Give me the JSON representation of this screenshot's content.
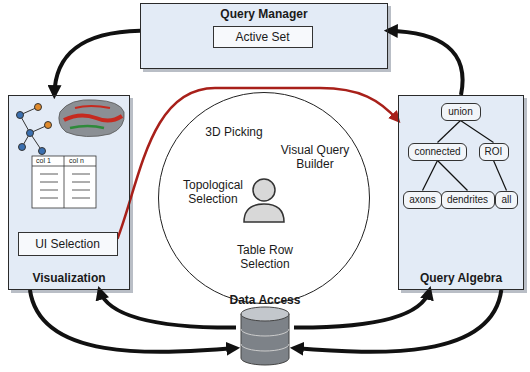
{
  "diagram": {
    "nodes": [
      {
        "text": [
          "Query Manager"
        ]
      },
      {
        "text": [
          "Active Set"
        ],
        "in": 0
      },
      {
        "text": [
          "Visualization"
        ]
      },
      {
        "text": [
          "UI Selection"
        ],
        "in": 2
      },
      {
        "text": [
          "Query Algebra"
        ]
      },
      {
        "text": [
          "union"
        ],
        "in": 4
      },
      {
        "text": [
          "connected"
        ],
        "in": 4
      },
      {
        "text": [
          "ROI"
        ],
        "in": 4
      },
      {
        "text": [
          "axons"
        ],
        "in": 4
      },
      {
        "text": [
          "dendrites"
        ],
        "in": 4
      },
      {
        "text": [
          "all"
        ],
        "in": 4
      },
      {
        "text": [
          "3D Picking",
          "Visual Query Builder",
          "Topological Selection",
          "Table Row Selection"
        ]
      },
      {
        "text": [
          "Data Access"
        ]
      }
    ],
    "edges": [
      {
        "from": 4,
        "to": 0,
        "arrow": "to"
      },
      {
        "from": 0,
        "to": 2,
        "arrow": "to"
      },
      {
        "from": 3,
        "to": 4,
        "arrow": "to"
      },
      {
        "from": 2,
        "to": 12,
        "arrow": "to"
      },
      {
        "from": 12,
        "to": 2,
        "arrow": "to"
      },
      {
        "from": 4,
        "to": 12,
        "arrow": "to"
      },
      {
        "from": 12,
        "to": 4,
        "arrow": "to"
      },
      {
        "from": 5,
        "to": 6,
        "arrow": "none"
      },
      {
        "from": 5,
        "to": 7,
        "arrow": "none"
      },
      {
        "from": 6,
        "to": 8,
        "arrow": "none"
      },
      {
        "from": 6,
        "to": 9,
        "arrow": "none"
      },
      {
        "from": 7,
        "to": 10,
        "arrow": "none"
      }
    ],
    "labels": [
      "col 1",
      "col n"
    ]
  }
}
